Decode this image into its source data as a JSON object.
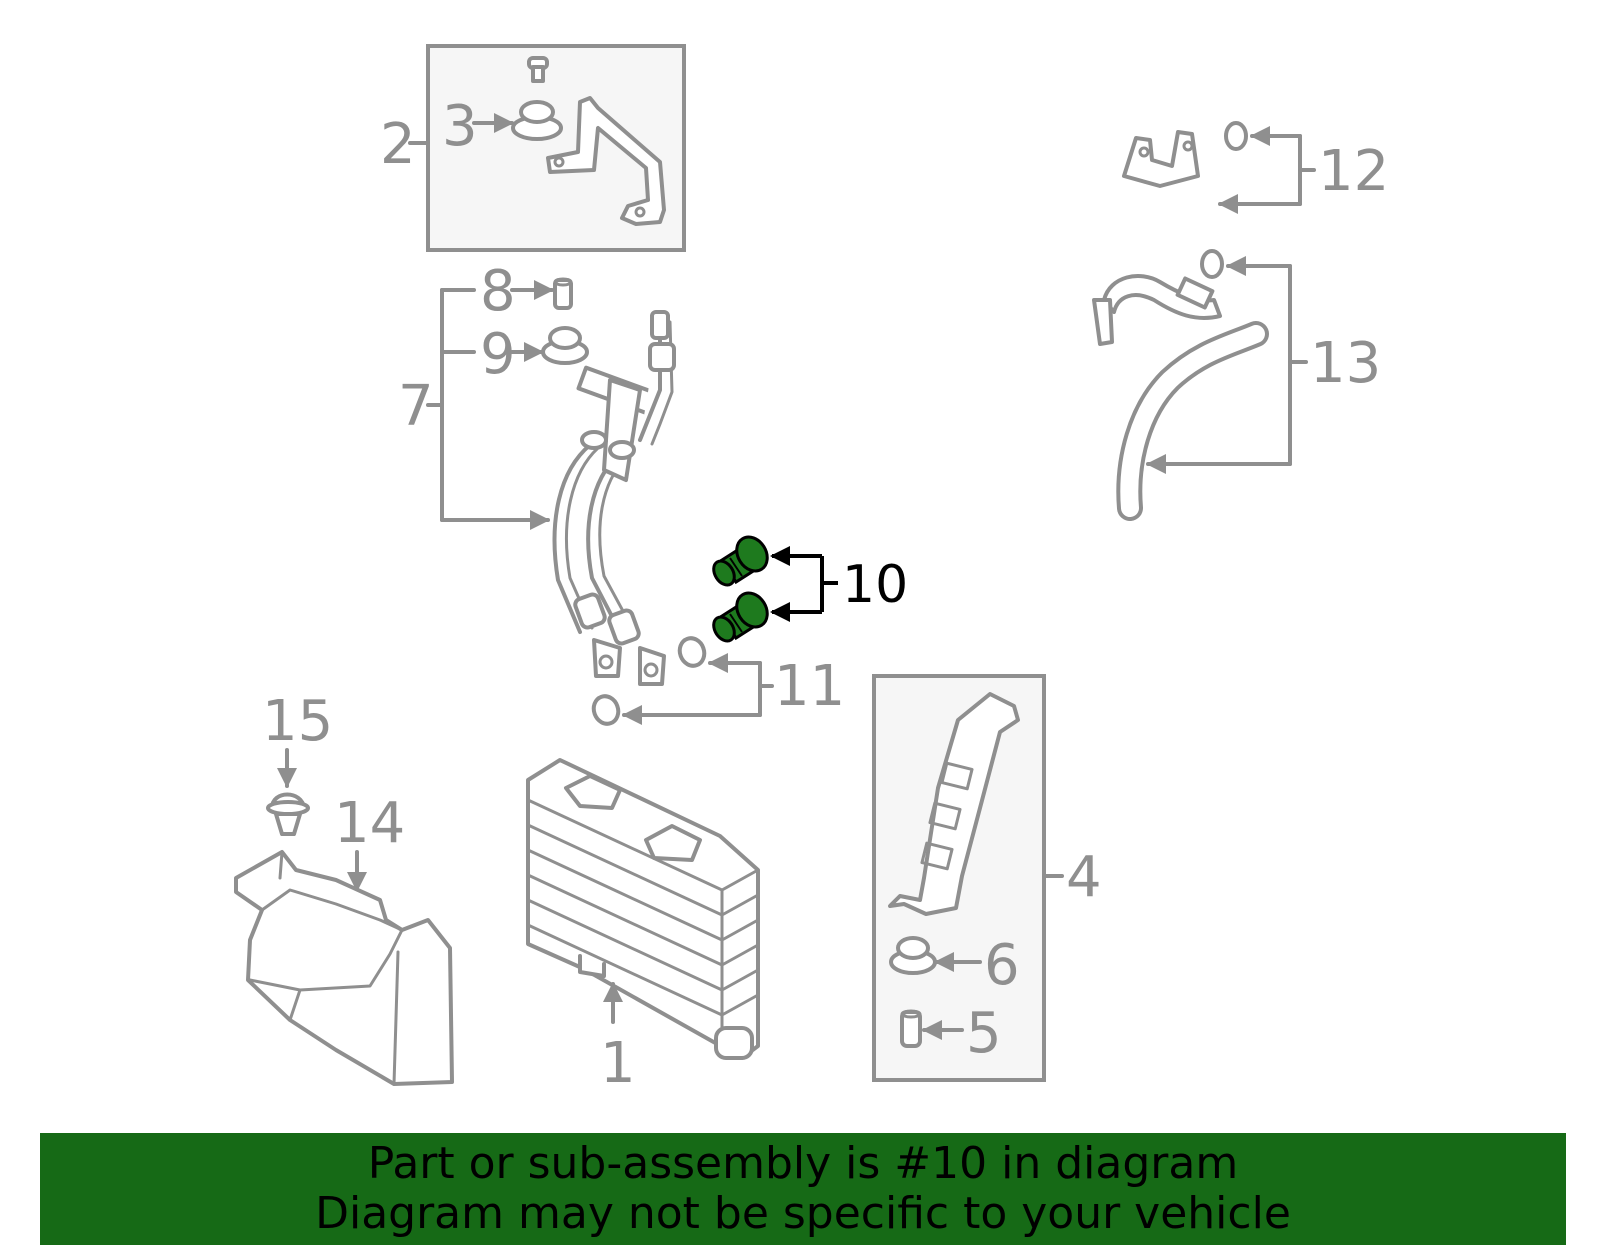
{
  "diagram": {
    "callouts": {
      "c1": "1",
      "c2": "2",
      "c3": "3",
      "c4": "4",
      "c5": "5",
      "c6": "6",
      "c7": "7",
      "c8": "8",
      "c9": "9",
      "c10": "10",
      "c11": "11",
      "c12": "12",
      "c13": "13",
      "c14": "14",
      "c15": "15"
    },
    "highlighted_part": "10",
    "colors": {
      "line_gray": "#8f8f8f",
      "highlight_green": "#1e7a1e",
      "banner_green": "#166a16"
    }
  },
  "banner": {
    "line1": "Part or sub-assembly is #10 in diagram",
    "line2": "Diagram may not be specific to your vehicle"
  }
}
